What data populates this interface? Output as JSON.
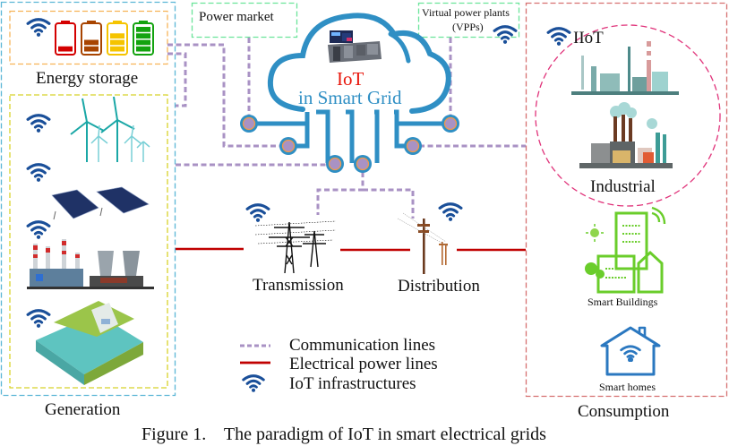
{
  "figure": {
    "caption": "Figure 1.    The paradigm of IoT in smart electrical grids"
  },
  "center": {
    "title_line1": "IoT",
    "title_line2": "in Smart Grid"
  },
  "top_boxes": {
    "power_market": "Power market",
    "vpp_line1": "Virtual power plants",
    "vpp_line2": "(VPPs)"
  },
  "generation": {
    "group_label": "Generation",
    "energy_storage_label": "Energy storage",
    "battery_levels": [
      0.25,
      0.5,
      0.75,
      1.0
    ],
    "battery_colors": [
      "#d40000",
      "#a84400",
      "#f5c400",
      "#13a30f"
    ],
    "sources": [
      "wind-turbines",
      "solar-panels",
      "thermal-power-plant",
      "hydro-dam"
    ]
  },
  "network": {
    "transmission_label": "Transmission",
    "distribution_label": "Distribution"
  },
  "consumption": {
    "group_label": "Consumption",
    "iiot_label": "IIoT",
    "industrial_label": "Industrial",
    "smart_buildings_label": "Smart Buildings",
    "smart_homes_label": "Smart homes"
  },
  "legend": {
    "items": [
      {
        "label": "Communication lines",
        "type": "dashed",
        "color": "#a992c4"
      },
      {
        "label": "Electrical power lines",
        "type": "solid",
        "color": "#c00000"
      },
      {
        "label": "IoT infrastructures",
        "type": "wifi",
        "color": "#1a4f99"
      }
    ]
  },
  "colors": {
    "cloud": "#2f8fc4",
    "node_fill": "#a992c4",
    "node_ring": "#f09a4a",
    "comm_line": "#a992c4",
    "power_line": "#c00000",
    "wifi": "#1a4f99",
    "generation_border": "#5bb6d6",
    "storage_border": "#f7b357",
    "sources_border": "#d8d22a",
    "market_border": "#6be49a",
    "consumption_border": "#d67070",
    "iiot_circle": "#e0337a",
    "iot_title": "#e8160c",
    "smart_grid_text": "#2f8fc4"
  }
}
